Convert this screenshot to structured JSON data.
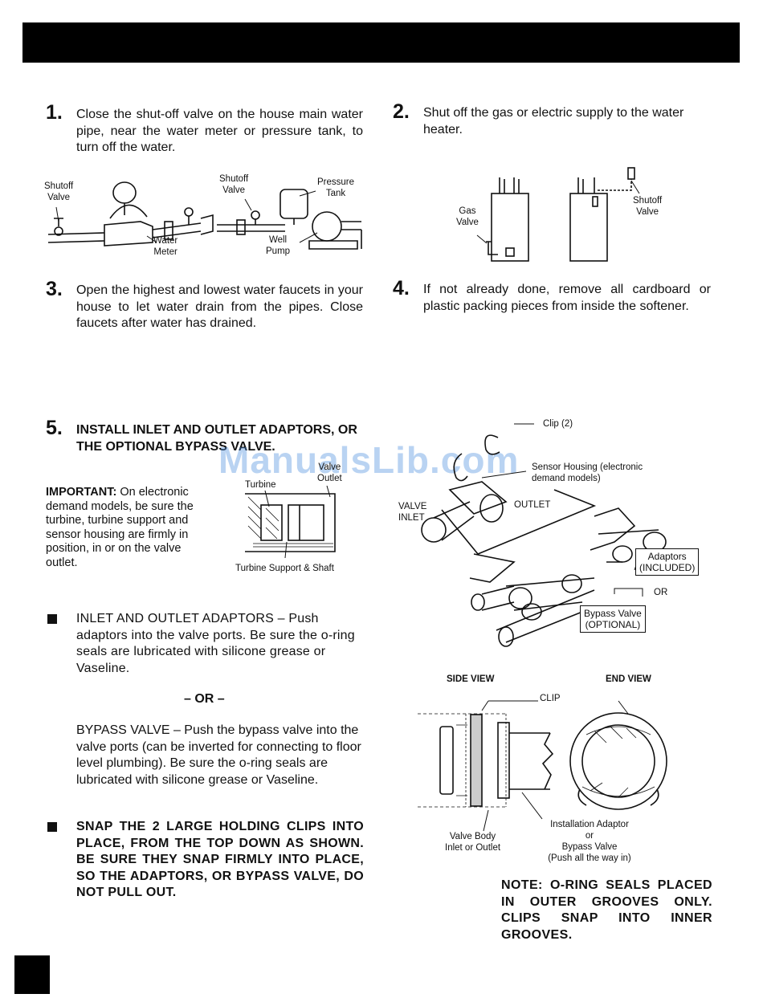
{
  "step1": {
    "num": "1.",
    "text": "Close the shut-off valve on the house main water pipe, near the water meter or pressure tank, to turn off the water."
  },
  "step2": {
    "num": "2.",
    "text": "Shut off the gas or electric supply to the water heater."
  },
  "step3": {
    "num": "3.",
    "text": "Open the highest and lowest water faucets in your house to let water drain from the pipes. Close faucets after water has drained."
  },
  "step4": {
    "num": "4.",
    "text": "If not already done, remove all cardboard or plastic packing pieces from inside the softener."
  },
  "step5": {
    "num": "5.",
    "heading": "INSTALL INLET AND OUTLET ADAPTORS, OR THE OPTIONAL BYPASS VALVE."
  },
  "fig1": {
    "shutoff_valve_left": "Shutoff\nValve",
    "shutoff_valve_right": "Shutoff\nValve",
    "pressure_tank": "Pressure\nTank",
    "water_meter": "Water\nMeter",
    "well_pump": "Well\nPump"
  },
  "fig2": {
    "gas_valve": "Gas\nValve",
    "shutoff_valve": "Shutoff\nValve"
  },
  "important": {
    "label": "IMPORTANT:",
    "text": " On electronic demand models, be sure the turbine, turbine support and sensor housing are firmly in position, in or on the valve outlet."
  },
  "fig3": {
    "valve_outlet": "Valve\nOutlet",
    "turbine": "Turbine",
    "turbine_support": "Turbine Support & Shaft"
  },
  "bullet1": {
    "text": "INLET AND OUTLET ADAPTORS – Push adaptors into the valve ports. Be sure the o-ring seals are lubricated with silicone grease or Vaseline."
  },
  "or_divider": "– OR –",
  "bypass_text": "BYPASS VALVE – Push the bypass valve into the valve ports (can be inverted for connecting to floor level plumbing). Be sure the o-ring seals are lubricated with silicone grease or Vaseline.",
  "bullet2": {
    "text": "SNAP THE 2 LARGE HOLDING CLIPS INTO PLACE, FROM THE TOP DOWN AS SHOWN. BE SURE THEY SNAP FIRMLY INTO PLACE, SO THE ADAPTORS, OR BYPASS VALVE, DO NOT PULL OUT."
  },
  "fig4": {
    "clip": "Clip (2)",
    "sensor_housing": "Sensor Housing (electronic\ndemand models)",
    "valve_inlet": "VALVE\nINLET",
    "outlet": "OUTLET",
    "adaptors": "Adaptors\n(INCLUDED)",
    "or": "OR",
    "bypass_valve": "Bypass Valve\n(OPTIONAL)"
  },
  "fig5": {
    "side_view": "SIDE VIEW",
    "end_view": "END VIEW",
    "clip": "CLIP",
    "valve_body": "Valve Body\nInlet or Outlet",
    "installation_adaptor": "Installation Adaptor\nor\nBypass Valve\n(Push all the way in)"
  },
  "note": "NOTE: O-RING SEALS PLACED IN OUTER GROOVES ONLY. CLIPS SNAP INTO INNER GROOVES.",
  "watermark": "ManualsLib.com"
}
